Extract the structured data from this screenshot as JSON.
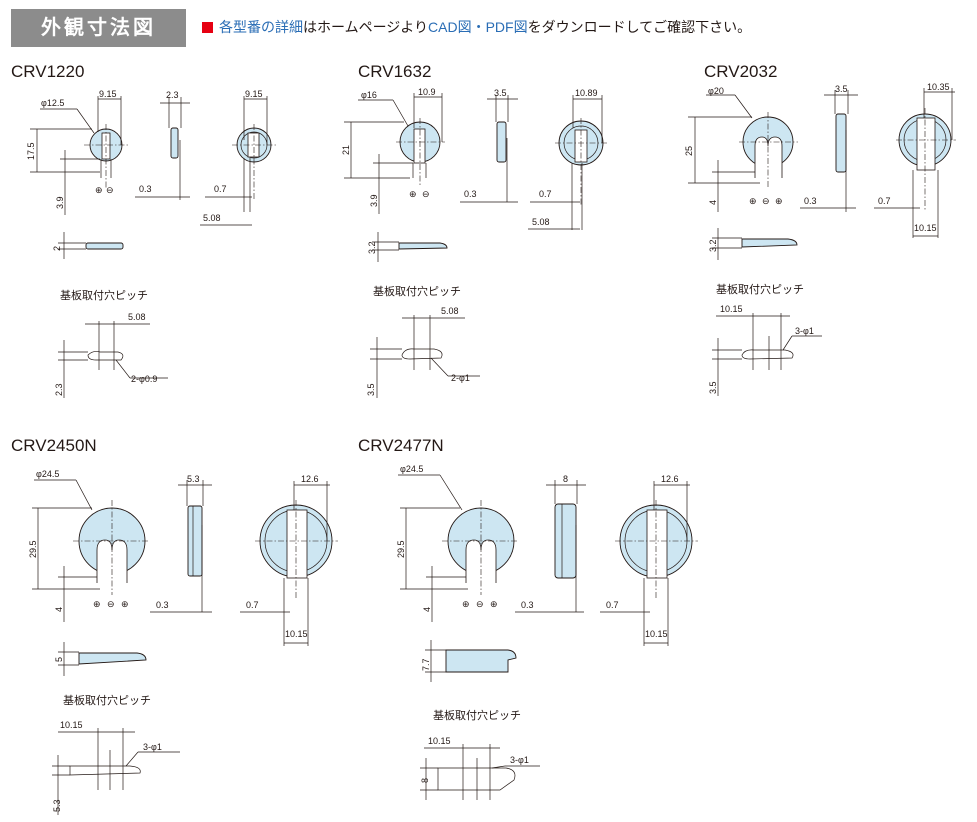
{
  "header": {
    "title": "外観寸法図",
    "note_part1": "各型番の詳細",
    "note_part2": "はホームページより",
    "note_part3": "CAD図・PDF図",
    "note_part4": "をダウンロードしてご確認下さい。"
  },
  "pitch_label": "基板取付穴ピッチ",
  "models": {
    "crv1220": {
      "name": "CRV1220",
      "dims": {
        "dia": "φ12.5",
        "w1": "9.15",
        "t": "2.3",
        "w2": "9.15",
        "h": "17.5",
        "lead": "3.9",
        "gap": "0.3",
        "lt": "0.7",
        "pitch": "5.08",
        "side_h": "2",
        "hole_pitch": "5.08",
        "hole_h": "2.3",
        "hole": "2-φ0.9"
      }
    },
    "crv1632": {
      "name": "CRV1632",
      "dims": {
        "dia": "φ16",
        "w1": "10.9",
        "t": "3.5",
        "w2": "10.89",
        "h": "21",
        "lead": "3.9",
        "gap": "0.3",
        "lt": "0.7",
        "pitch": "5.08",
        "side_h": "3.2",
        "hole_pitch": "5.08",
        "hole_h": "3.5",
        "hole": "2-φ1"
      }
    },
    "crv2032": {
      "name": "CRV2032",
      "dims": {
        "dia": "φ20",
        "t": "3.5",
        "w2": "10.35",
        "h": "25",
        "lead": "4",
        "gap": "0.3",
        "lt": "0.7",
        "pitch": "10.15",
        "side_h": "3.2",
        "hole_pitch": "10.15",
        "hole_h": "3.5",
        "hole": "3-φ1"
      }
    },
    "crv2450n": {
      "name": "CRV2450N",
      "dims": {
        "dia": "φ24.5",
        "t": "5.3",
        "w2": "12.6",
        "h": "29.5",
        "lead": "4",
        "gap": "0.3",
        "lt": "0.7",
        "pitch": "10.15",
        "side_h": "5",
        "hole_pitch": "10.15",
        "hole_h": "5.3",
        "hole": "3-φ1"
      }
    },
    "crv2477n": {
      "name": "CRV2477N",
      "dims": {
        "dia": "φ24.5",
        "t": "8",
        "w2": "12.6",
        "h": "29.5",
        "lead": "4",
        "gap": "0.3",
        "lt": "0.7",
        "pitch": "10.15",
        "side_h": "7.7",
        "hole_pitch": "10.15",
        "hole_h": "8",
        "hole": "3-φ1"
      }
    }
  },
  "polarity": {
    "plus": "⊕",
    "minus": "⊖"
  }
}
